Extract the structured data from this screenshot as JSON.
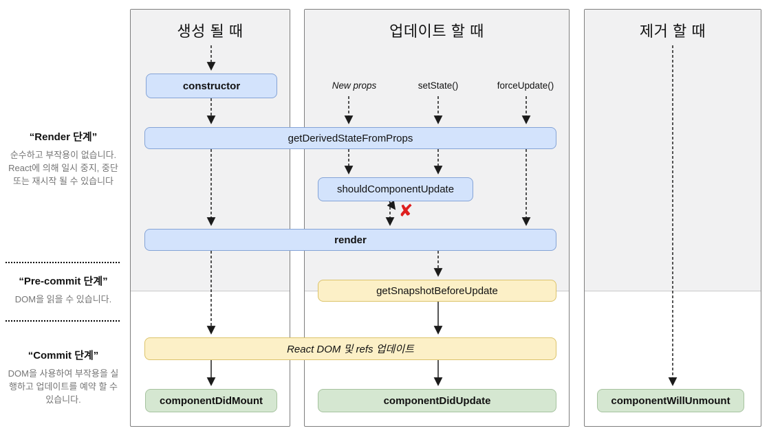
{
  "phases": [
    {
      "title": "“Render 단계”",
      "description": "순수하고 부작용이 없습니다. React에 의해 일시 중지, 중단 또는 재시작 될 수 있습니다"
    },
    {
      "title": "“Pre-commit 단계”",
      "description": "DOM을 읽을 수 있습니다."
    },
    {
      "title": "“Commit 단계”",
      "description": "DOM을 사용하여 부작용을 실행하고 업데이트를 예약 할 수 있습니다."
    }
  ],
  "columns": [
    {
      "title": "생성 될 때"
    },
    {
      "title": "업데이트 할 때",
      "triggers": [
        "New props",
        "setState()",
        "forceUpdate()"
      ]
    },
    {
      "title": "제거 할 때"
    }
  ],
  "boxes": {
    "ctor": "constructor",
    "getDerived": "getDerivedStateFromProps",
    "shouldUpdate": "shouldComponentUpdate",
    "render": "render",
    "getSnapshot": "getSnapshotBeforeUpdate",
    "reactDom": "React DOM 및 refs 업데이트",
    "didMount": "componentDidMount",
    "didUpdate": "componentDidUpdate",
    "willUnmount": "componentWillUnmount"
  },
  "icons": {
    "skip_x": "✘"
  },
  "colors": {
    "blue_fill": "#d3e3fc",
    "blue_border": "#84a3d6",
    "yellow_fill": "#fcf0c7",
    "yellow_border": "#dcc36a",
    "green_fill": "#d5e7d1",
    "green_border": "#a5c29e",
    "panel_bg": "#f1f1f2",
    "panel_border": "#7d7d7d",
    "region_divider": "#c9c9c9",
    "x_red": "#de1f1f",
    "text": "#111111",
    "muted_text": "#757575"
  }
}
